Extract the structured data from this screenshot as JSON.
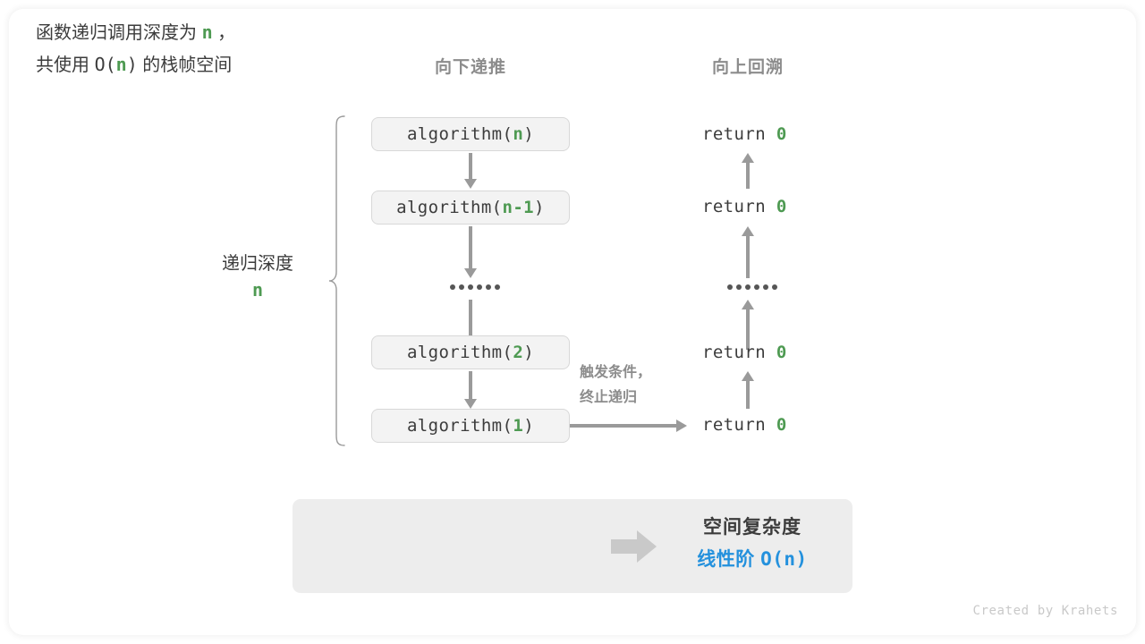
{
  "diagram": {
    "headers": {
      "left": "向下递推",
      "right": "向上回溯"
    },
    "depth_bracket": {
      "label": "递归深度",
      "value": "n"
    },
    "call_stack": [
      {
        "prefix": "algorithm(",
        "arg": "n",
        "suffix": ")"
      },
      {
        "prefix": "algorithm(",
        "arg": "n-1",
        "suffix": ")"
      },
      {
        "prefix": "algorithm(",
        "arg": "2",
        "suffix": ")"
      },
      {
        "prefix": "algorithm(",
        "arg": "1",
        "suffix": ")"
      }
    ],
    "returns": [
      {
        "keyword": "return",
        "value": "0"
      },
      {
        "keyword": "return",
        "value": "0"
      },
      {
        "keyword": "return",
        "value": "0"
      },
      {
        "keyword": "return",
        "value": "0"
      }
    ],
    "ellipsis_dot_count": 6,
    "trigger_note": {
      "line1": "触发条件，",
      "line2": "终止递归"
    },
    "summary": {
      "left_line1_a": "函数递归调用深度为 ",
      "left_line1_n": "n",
      "left_line1_b": " ，",
      "left_line2_a": "共使用 ",
      "left_line2_o": "O(",
      "left_line2_n": "n",
      "left_line2_c": ")",
      "left_line2_b": " 的栈帧空间",
      "arrow": "block-right-arrow",
      "right_title": "空间复杂度",
      "right_value_label": "线性阶 ",
      "right_value_code": "O(n)"
    },
    "credit": "Created by Krahets",
    "colors": {
      "accent_green": "#4e9a52",
      "accent_blue": "#2491dd",
      "text_dark": "#3c3c3c",
      "text_gray": "#8c8c8c",
      "line_gray": "#9a9a9a",
      "box_fill": "#f3f3f3",
      "panel_fill": "#ededed"
    }
  }
}
